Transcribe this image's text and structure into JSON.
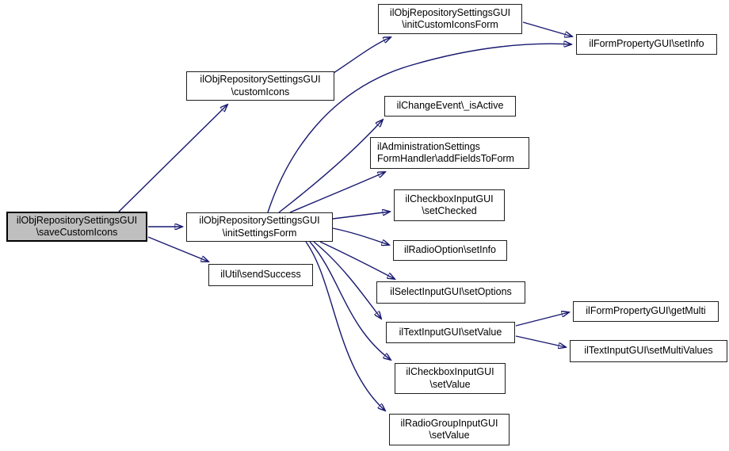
{
  "diagram": {
    "type": "call-graph",
    "description": "Doxygen call graph for ilObjRepositorySettingsGUI::saveCustomIcons",
    "colors": {
      "edge": "#191970",
      "border": "#1f1f1f",
      "fill": "#ffffff",
      "highlight_fill": "#bfbfbf",
      "text": "#000000",
      "background": "#ffffff"
    },
    "nodes": {
      "save_custom_icons": {
        "line1": "ilObjRepositorySettingsGUI",
        "line2": "\\saveCustomIcons",
        "highlighted": true
      },
      "custom_icons": {
        "line1": "ilObjRepositorySettingsGUI",
        "line2": "\\customIcons"
      },
      "init_custom_icons_form": {
        "line1": "ilObjRepositorySettingsGUI",
        "line2": "\\initCustomIconsForm"
      },
      "set_info": {
        "line1": "ilFormPropertyGUI\\setInfo"
      },
      "init_settings_form": {
        "line1": "ilObjRepositorySettingsGUI",
        "line2": "\\initSettingsForm"
      },
      "send_success": {
        "line1": "ilUtil\\sendSuccess"
      },
      "is_active": {
        "line1": "ilChangeEvent\\_isActive"
      },
      "add_fields_to_form": {
        "line1": "ilAdministrationSettings",
        "line2": "FormHandler\\addFieldsToForm"
      },
      "set_checked": {
        "line1": "ilCheckboxInputGUI",
        "line2": "\\setChecked"
      },
      "radio_set_info": {
        "line1": "ilRadioOption\\setInfo"
      },
      "set_options": {
        "line1": "ilSelectInputGUI\\setOptions"
      },
      "text_set_value": {
        "line1": "ilTextInputGUI\\setValue"
      },
      "get_multi": {
        "line1": "ilFormPropertyGUI\\getMulti"
      },
      "set_multi_values": {
        "line1": "ilTextInputGUI\\setMultiValues"
      },
      "checkbox_set_value": {
        "line1": "ilCheckboxInputGUI",
        "line2": "\\setValue"
      },
      "radio_group_set_value": {
        "line1": "ilRadioGroupInputGUI",
        "line2": "\\setValue"
      }
    },
    "edges": [
      {
        "from": "save_custom_icons",
        "to": "custom_icons"
      },
      {
        "from": "save_custom_icons",
        "to": "init_settings_form"
      },
      {
        "from": "save_custom_icons",
        "to": "send_success"
      },
      {
        "from": "custom_icons",
        "to": "init_custom_icons_form"
      },
      {
        "from": "init_custom_icons_form",
        "to": "set_info"
      },
      {
        "from": "init_settings_form",
        "to": "set_info"
      },
      {
        "from": "init_settings_form",
        "to": "is_active"
      },
      {
        "from": "init_settings_form",
        "to": "add_fields_to_form"
      },
      {
        "from": "init_settings_form",
        "to": "set_checked"
      },
      {
        "from": "init_settings_form",
        "to": "radio_set_info"
      },
      {
        "from": "init_settings_form",
        "to": "set_options"
      },
      {
        "from": "init_settings_form",
        "to": "text_set_value"
      },
      {
        "from": "init_settings_form",
        "to": "checkbox_set_value"
      },
      {
        "from": "init_settings_form",
        "to": "radio_group_set_value"
      },
      {
        "from": "text_set_value",
        "to": "get_multi"
      },
      {
        "from": "text_set_value",
        "to": "set_multi_values"
      }
    ]
  }
}
